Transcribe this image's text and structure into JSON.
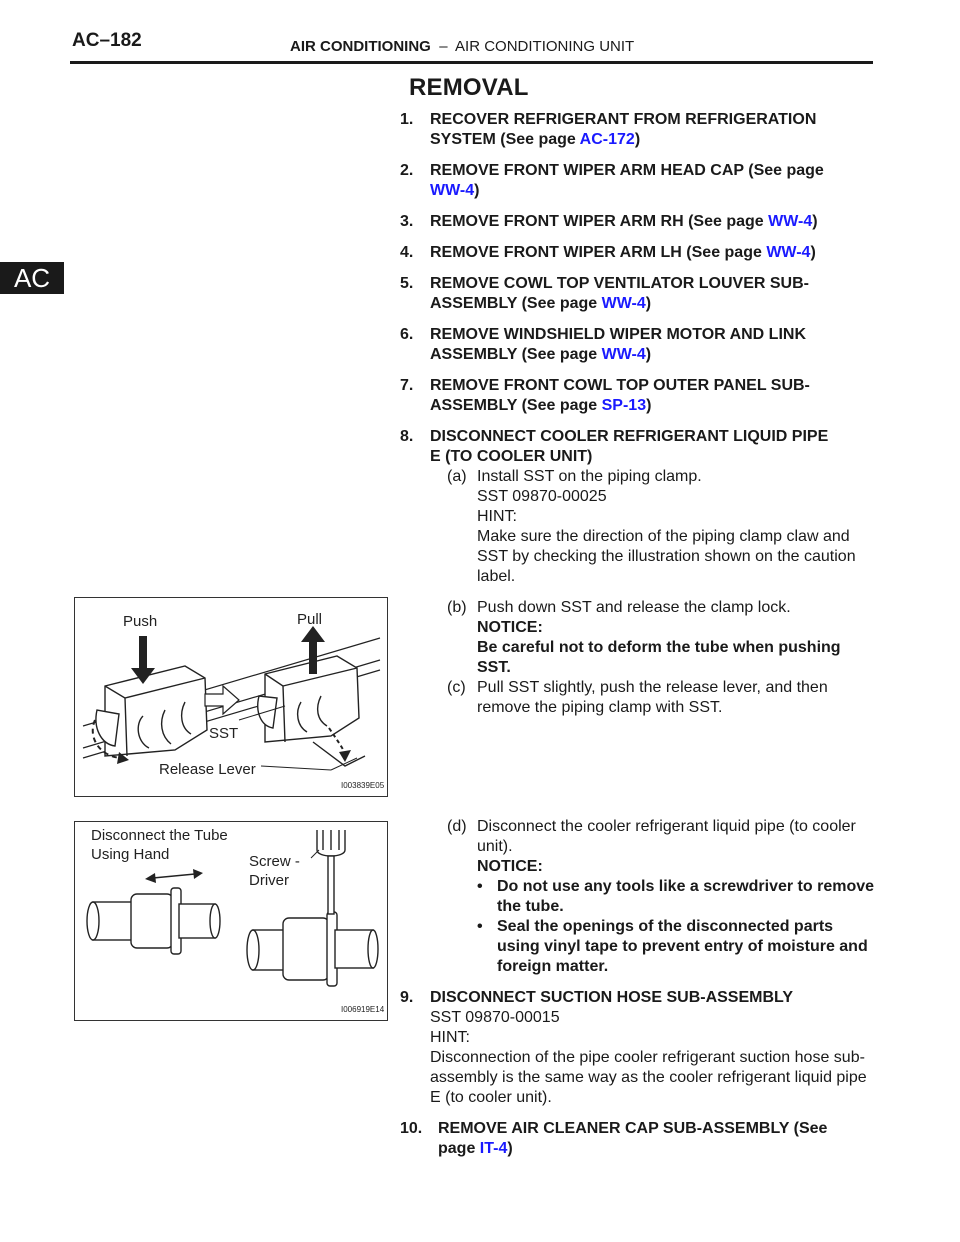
{
  "header": {
    "page_code": "AC–182",
    "section": "AIR CONDITIONING",
    "separator": "–",
    "subsection": "AIR CONDITIONING UNIT"
  },
  "side_tab": "AC",
  "heading": "REMOVAL",
  "steps": {
    "s1": {
      "num": "1.",
      "line1": "RECOVER REFRIGERANT FROM REFRIGERATION",
      "line2": "SYSTEM (See page ",
      "link": "AC-172",
      "end": ")"
    },
    "s2": {
      "num": "2.",
      "line1": "REMOVE FRONT WIPER ARM HEAD CAP (See page",
      "link": "WW-4",
      "end": ")"
    },
    "s3": {
      "num": "3.",
      "text": "REMOVE FRONT WIPER ARM RH (See page ",
      "link": "WW-4",
      "end": ")"
    },
    "s4": {
      "num": "4.",
      "text": "REMOVE FRONT WIPER ARM LH (See page ",
      "link": "WW-4",
      "end": ")"
    },
    "s5": {
      "num": "5.",
      "line1": "REMOVE COWL TOP VENTILATOR LOUVER SUB-",
      "line2": "ASSEMBLY (See page ",
      "link": "WW-4",
      "end": ")"
    },
    "s6": {
      "num": "6.",
      "line1": "REMOVE WINDSHIELD WIPER MOTOR AND LINK",
      "line2": "ASSEMBLY (See page ",
      "link": "WW-4",
      "end": ")"
    },
    "s7": {
      "num": "7.",
      "line1": "REMOVE FRONT COWL TOP OUTER PANEL SUB-",
      "line2": "ASSEMBLY (See page ",
      "link": "SP-13",
      "end": ")"
    },
    "s8": {
      "num": "8.",
      "line1": "DISCONNECT COOLER REFRIGERANT LIQUID PIPE",
      "line2": "E (TO COOLER UNIT)",
      "a_lbl": "(a)",
      "a_text": "Install SST on the piping clamp.",
      "a_sst": "SST    09870-00025",
      "a_hint": "HINT:",
      "a_hint_text": "Make sure the direction of the piping clamp claw and SST by checking the illustration shown on the caution label.",
      "b_lbl": "(b)",
      "b_text": "Push down SST and release the clamp lock.",
      "b_notice": "NOTICE:",
      "b_notice_text": "Be careful not to deform the tube when pushing SST.",
      "c_lbl": "(c)",
      "c_text": "Pull SST slightly, push the release lever, and then remove the piping clamp with SST.",
      "d_lbl": "(d)",
      "d_text": "Disconnect the cooler refrigerant liquid pipe (to cooler unit).",
      "d_notice": "NOTICE:",
      "d_bullet1": "Do not use any tools like a screwdriver to remove the tube.",
      "d_bullet2": "Seal the openings of the disconnected parts using vinyl tape to prevent entry of moisture and foreign matter.",
      "bullet": "•"
    },
    "s9": {
      "num": "9.",
      "text": "DISCONNECT SUCTION HOSE SUB-ASSEMBLY",
      "sst": "SST    09870-00015",
      "hint": "HINT:",
      "hint_text": "Disconnection of the pipe cooler refrigerant suction hose sub-assembly is the same way as the cooler refrigerant liquid pipe E (to cooler unit)."
    },
    "s10": {
      "num": "10.",
      "line1": "REMOVE AIR CLEANER CAP SUB-ASSEMBLY (See",
      "line2": "page ",
      "link": "IT-4",
      "end": ")"
    }
  },
  "figure1": {
    "label_push": "Push",
    "label_pull": "Pull",
    "label_sst": "SST",
    "label_release": "Release Lever",
    "code": "I003839E05"
  },
  "figure2": {
    "label_tube_1": "Disconnect the Tube",
    "label_tube_2": "Using Hand",
    "label_driver_1": "Screw -",
    "label_driver_2": "Driver",
    "code": "I006919E14"
  }
}
